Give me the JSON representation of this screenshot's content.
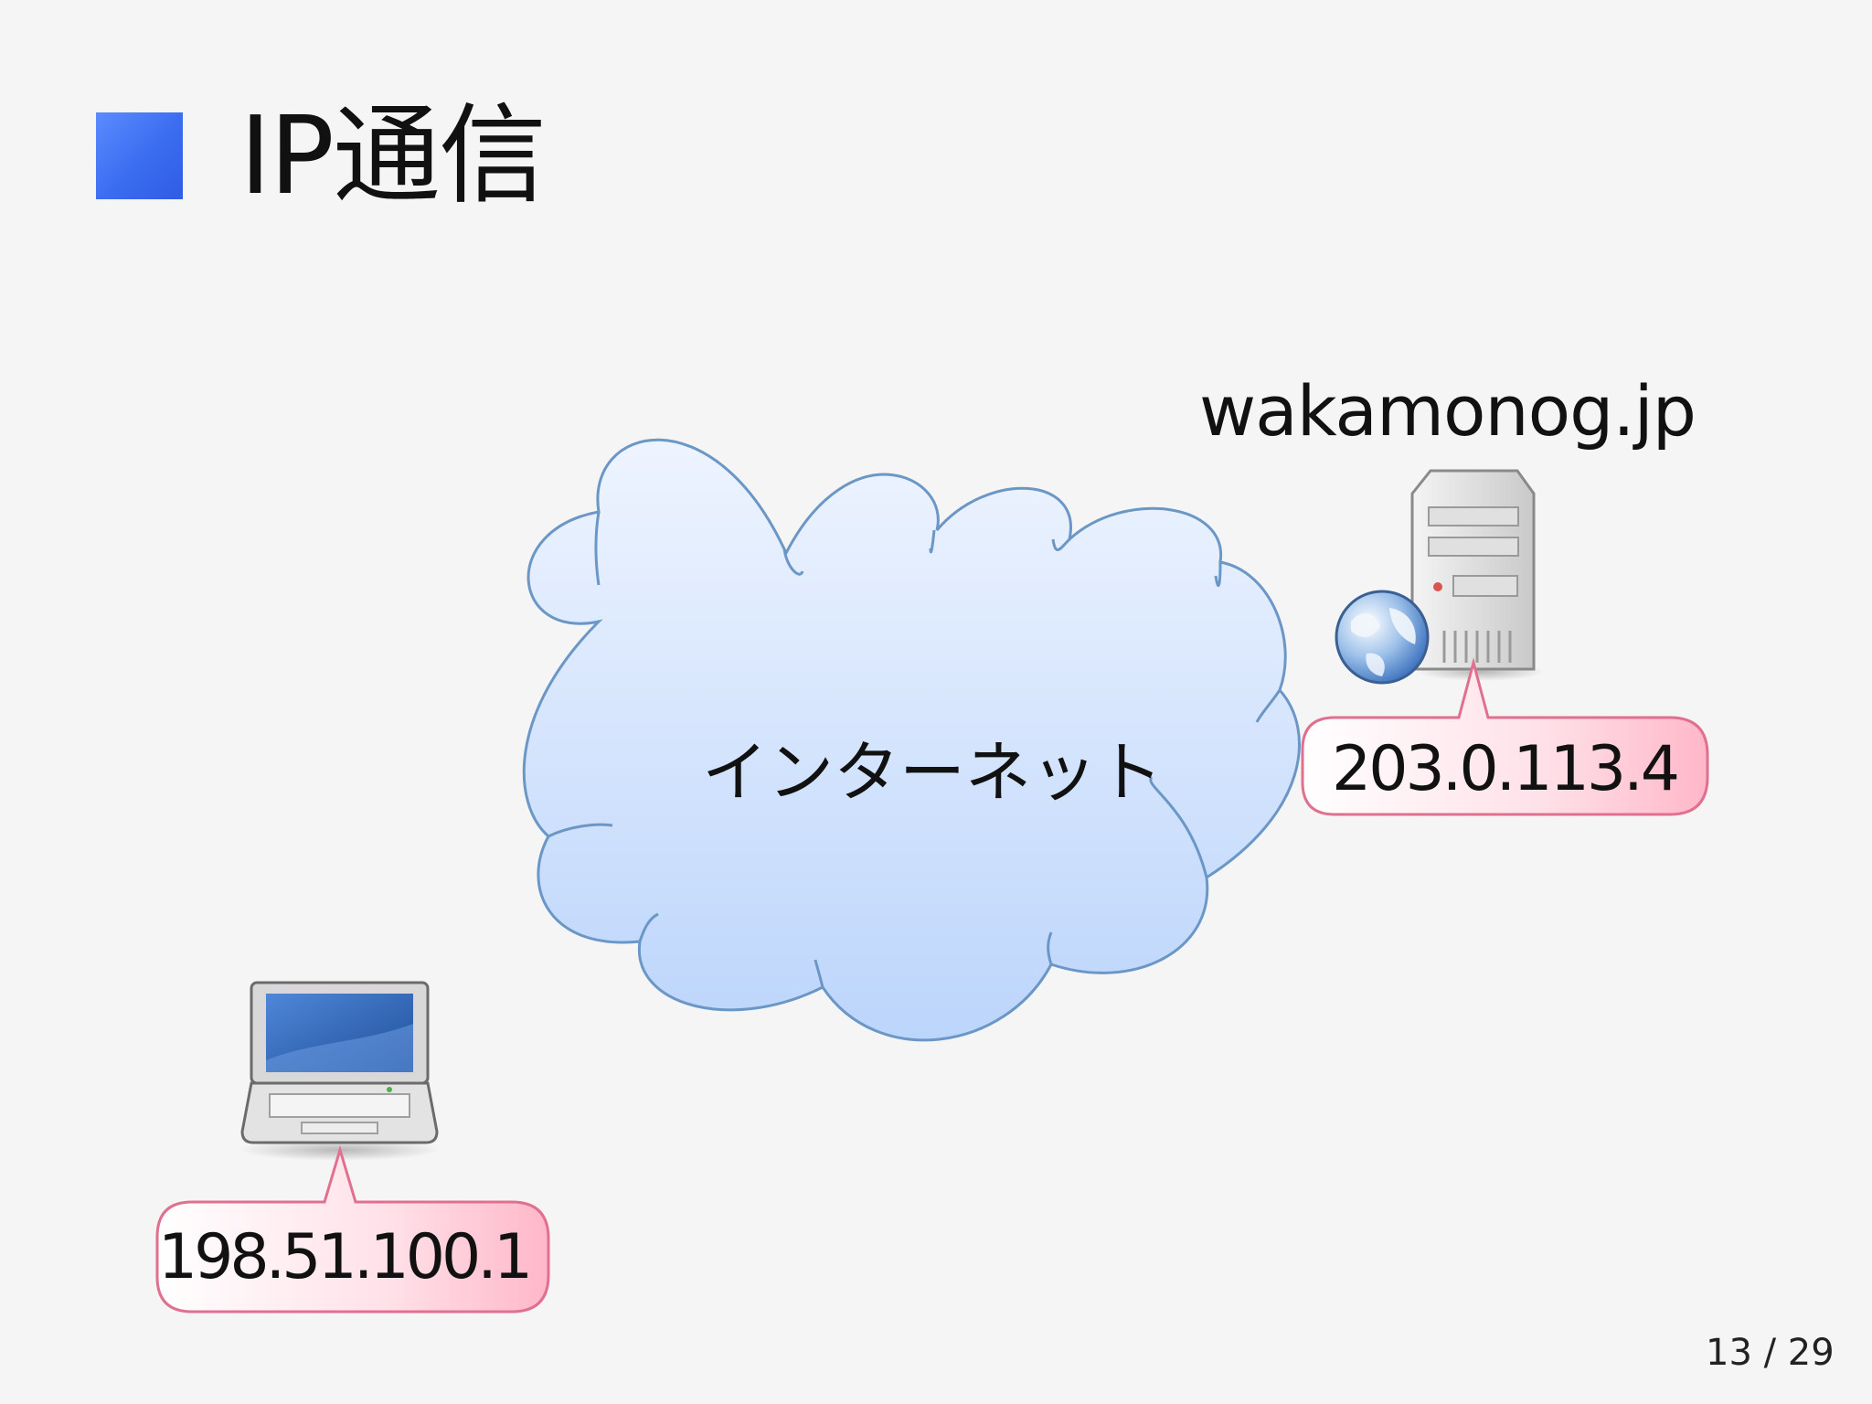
{
  "slide": {
    "title": "IP通信",
    "page_number": "13 / 29"
  },
  "diagram": {
    "cloud_label": "インターネット",
    "server_name": "wakamonog.jp",
    "server_ip": "203.0.113.4",
    "client_ip": "198.51.100.1"
  },
  "icons": {
    "title_bullet": "square-bullet-icon",
    "cloud": "cloud-icon",
    "server": "server-icon",
    "globe": "globe-icon",
    "laptop": "laptop-icon"
  },
  "colors": {
    "accent": "#3a6cf0",
    "callout_fill": "#ffd3df",
    "callout_border": "#e0708f",
    "cloud_fill": "#cfe1ff",
    "cloud_border": "#6b97c6"
  }
}
